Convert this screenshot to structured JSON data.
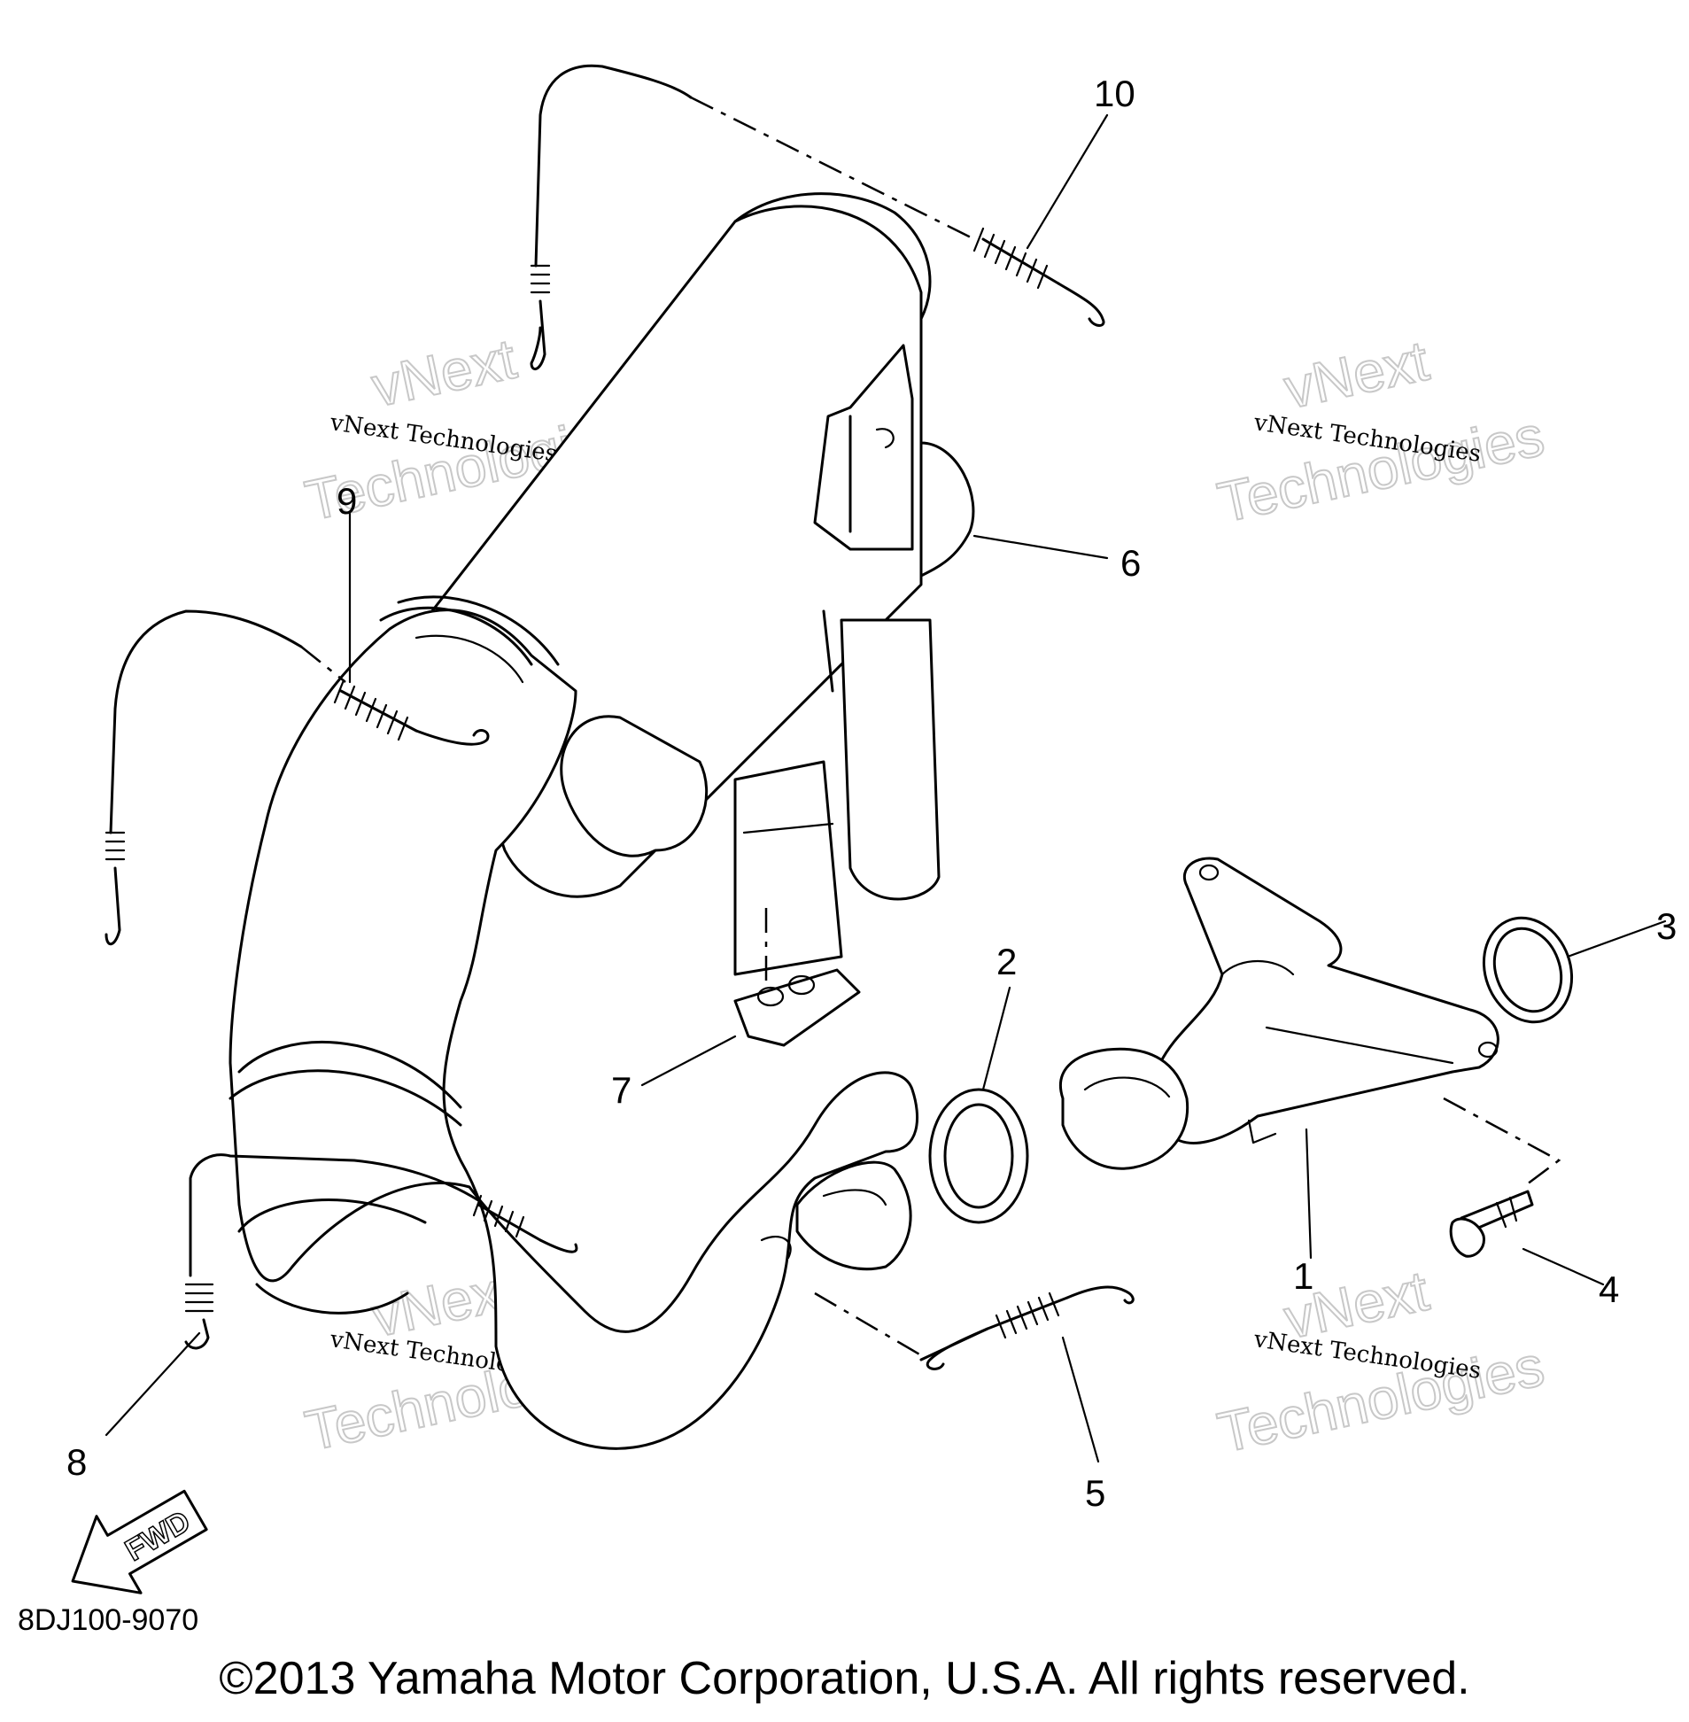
{
  "diagram_code": "8DJ100-9070",
  "copyright": "©2013 Yamaha Motor Corporation, U.S.A. All rights reserved.",
  "fwd_label": "FWD",
  "watermark": {
    "line1": "vNext Technologies",
    "line2": "vNext",
    "line3": "Technologies"
  },
  "callouts": [
    "1",
    "2",
    "3",
    "4",
    "5",
    "6",
    "7",
    "8",
    "9",
    "10"
  ]
}
